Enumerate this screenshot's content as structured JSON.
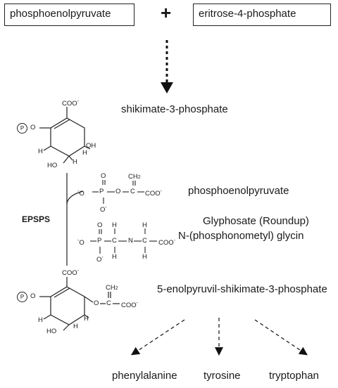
{
  "reactants": {
    "left": "phosphoenolpyruvate",
    "plus": "+",
    "right": "eritrose-4-phosphate"
  },
  "labels": {
    "shikimate": "shikimate-3-phosphate",
    "pep": "phosphoenolpyruvate",
    "glyphosate_line1": "Glyphosate (Roundup)",
    "glyphosate_line2": "N-(phosphonometyl) glycin",
    "epsp": "5-enolpyruvil-shikimate-3-phosphate",
    "enzyme": "EPSPS"
  },
  "products": [
    "phenylalanine",
    "tyrosine",
    "tryptophan"
  ],
  "structure": {
    "coo": "COO",
    "oh": "OH",
    "ho": "HO",
    "h": "H",
    "o": "O",
    "p": "P",
    "c": "C",
    "n": "N",
    "ch2": "CH",
    "minus": "-",
    "phos": "P",
    "two": "2"
  }
}
